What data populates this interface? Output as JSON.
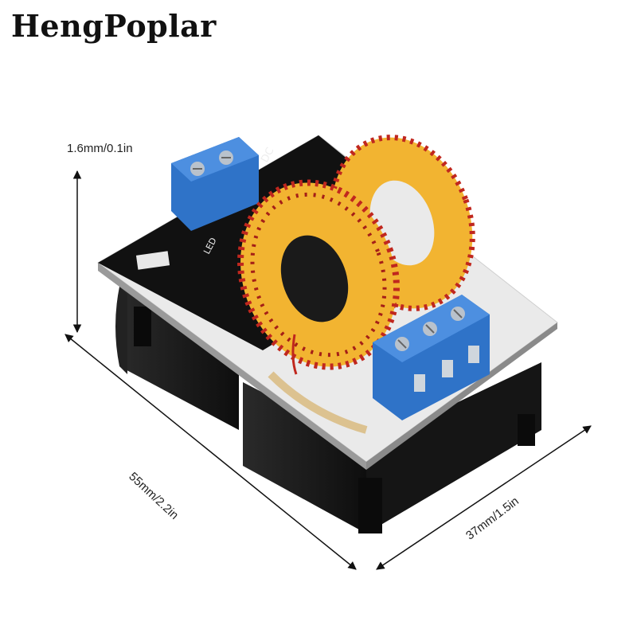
{
  "brand": {
    "name": "HengPoplar"
  },
  "dimensions": {
    "height_label": "1.6mm/0.1in",
    "length_label": "55mm/2.2in",
    "width_label": "37mm/1.5in"
  },
  "board": {
    "silkscreen_dc": "DC",
    "silkscreen_led": "LED"
  },
  "colors": {
    "pcb": "#111111",
    "terminal": "#2f73c8",
    "copper_wire": "#c0271e",
    "core": "#f2b431",
    "heatsink": "#1b1b1b"
  }
}
